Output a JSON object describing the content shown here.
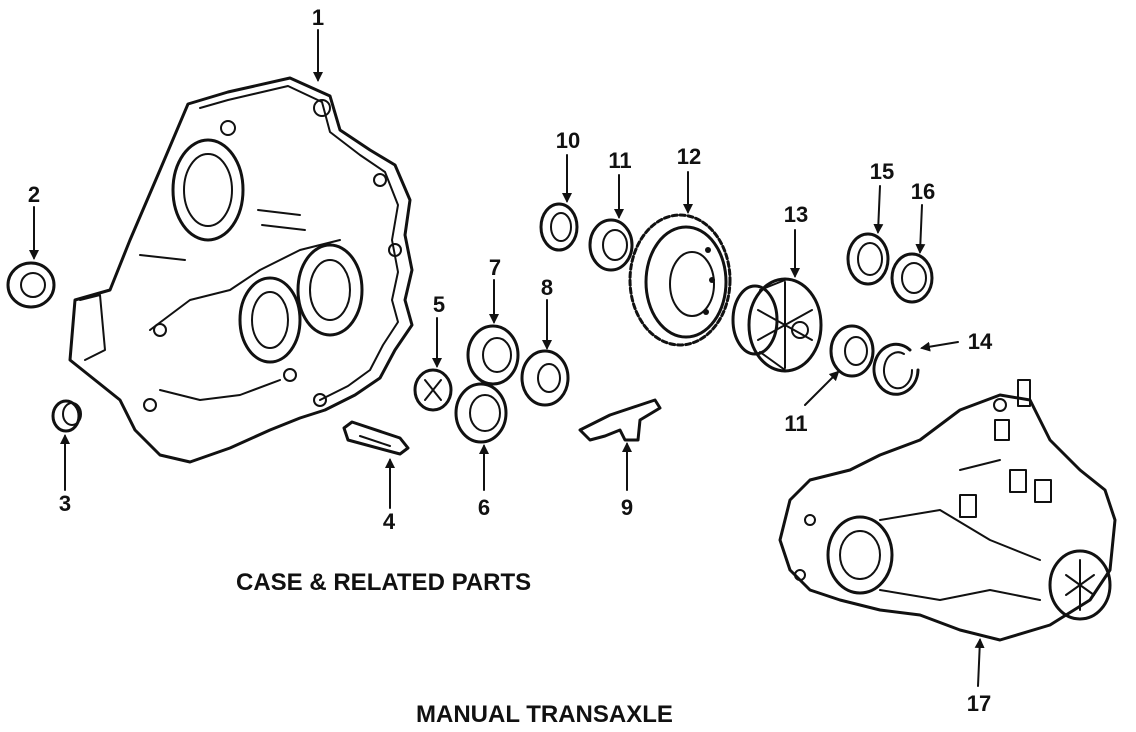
{
  "captions": {
    "case_title": "CASE & RELATED PARTS",
    "main_title": "MANUAL TRANSAXLE"
  },
  "callouts": [
    {
      "id": "c1",
      "text": "1"
    },
    {
      "id": "c2",
      "text": "2"
    },
    {
      "id": "c3",
      "text": "3"
    },
    {
      "id": "c4",
      "text": "4"
    },
    {
      "id": "c5",
      "text": "5"
    },
    {
      "id": "c6",
      "text": "6"
    },
    {
      "id": "c7",
      "text": "7"
    },
    {
      "id": "c8",
      "text": "8"
    },
    {
      "id": "c9",
      "text": "9"
    },
    {
      "id": "c10",
      "text": "10"
    },
    {
      "id": "c11a",
      "text": "11"
    },
    {
      "id": "c12",
      "text": "12"
    },
    {
      "id": "c13",
      "text": "13"
    },
    {
      "id": "c14",
      "text": "14"
    },
    {
      "id": "c11b",
      "text": "11"
    },
    {
      "id": "c15",
      "text": "15"
    },
    {
      "id": "c16",
      "text": "16"
    },
    {
      "id": "c17",
      "text": "17"
    }
  ],
  "colors": {
    "ink": "#111111",
    "paper": "#ffffff"
  }
}
